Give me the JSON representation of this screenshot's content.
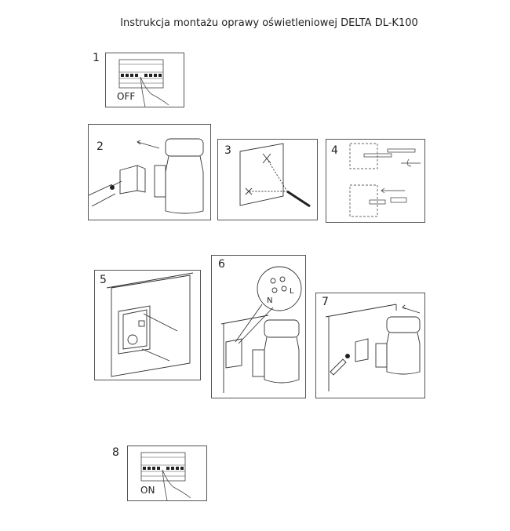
{
  "title": "Instrukcja montażu oprawy oświetleniowej DELTA DL-K100",
  "steps": [
    {
      "number": "1",
      "caption": "OFF"
    },
    {
      "number": "2"
    },
    {
      "number": "3"
    },
    {
      "number": "4"
    },
    {
      "number": "5"
    },
    {
      "number": "6",
      "wire_labels": [
        "N",
        "L"
      ]
    },
    {
      "number": "7"
    },
    {
      "number": "8",
      "caption": "ON"
    }
  ]
}
